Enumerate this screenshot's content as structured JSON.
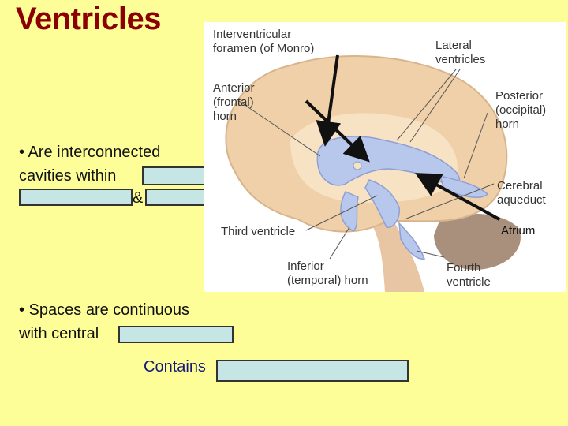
{
  "slide": {
    "title": "Ventricles",
    "bullet1": {
      "line1": "• Are interconnected",
      "line2": "cavities within",
      "amp": "&"
    },
    "bullet2": {
      "line1": "• Spaces are continuous",
      "line2": "with central"
    },
    "contains": "Contains"
  },
  "figure": {
    "labels": {
      "interventricular_1": "Interventricular",
      "interventricular_2": "foramen (of Monro)",
      "lateral_1": "Lateral",
      "lateral_2": "ventricles",
      "anterior_1": "Anterior",
      "anterior_2": "(frontal)",
      "anterior_3": "horn",
      "posterior_1": "Posterior",
      "posterior_2": "(occipital)",
      "posterior_3": "horn",
      "cerebral_1": "Cerebral",
      "cerebral_2": "aqueduct",
      "third": "Third ventricle",
      "atrium": "Atrium",
      "inferior_1": "Inferior",
      "inferior_2": "(temporal) horn",
      "fourth_1": "Fourth",
      "fourth_2": "ventricle"
    }
  },
  "colors": {
    "title": "#8b0000",
    "background": "#ffff99",
    "blank_fill": "#c6e6e6",
    "contains_text": "#151a7a"
  }
}
